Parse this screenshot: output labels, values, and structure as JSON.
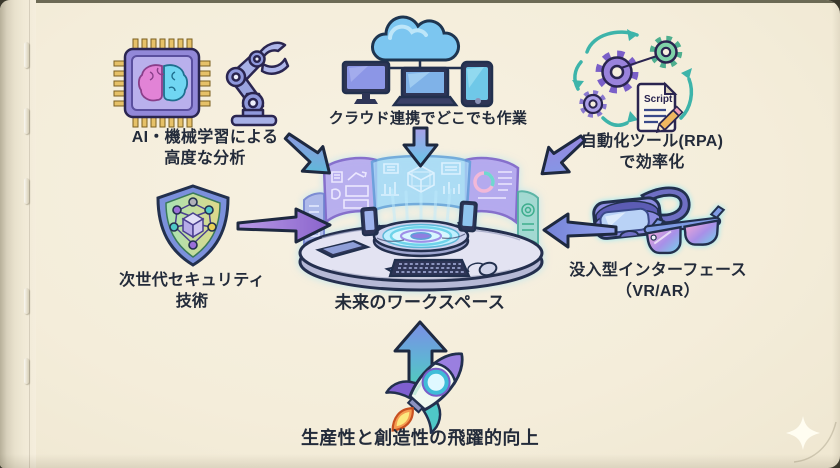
{
  "page": {
    "style": "hand-drawn illustration on a cream notebook page",
    "background_color": "#f5eedd",
    "ink_color": "#232b3a",
    "sparkle_icon": "four-point-star"
  },
  "diagram": {
    "center": {
      "label": "未来のワークスペース",
      "icon": "futuristic-round-workspace"
    },
    "nodes": [
      {
        "id": "ai-analysis",
        "position": "top-left",
        "icons": [
          "ai-chip-brain",
          "robot-arm"
        ],
        "lines": [
          "AI・機械学習による",
          "高度な分析"
        ]
      },
      {
        "id": "cloud-collaboration",
        "position": "top-center",
        "icons": [
          "cloud-with-devices"
        ],
        "lines": [
          "クラウド連携でどこでも作業"
        ]
      },
      {
        "id": "rpa-automation",
        "position": "top-right",
        "icons": [
          "gears-cycle",
          "script-document",
          "pencil"
        ],
        "script_text": "Script",
        "lines": [
          "自動化ツール(RPA)",
          "で効率化"
        ]
      },
      {
        "id": "next-gen-security",
        "position": "middle-left",
        "icons": [
          "shield-network"
        ],
        "lines": [
          "次世代セキュリティ",
          "技術"
        ]
      },
      {
        "id": "immersive-interface",
        "position": "middle-right",
        "icons": [
          "vr-headset",
          "ar-glasses"
        ],
        "lines": [
          "没入型インターフェース",
          "（VR/AR）"
        ]
      },
      {
        "id": "productivity-leap",
        "position": "bottom",
        "icons": [
          "up-arrow",
          "rocket"
        ],
        "lines": [
          "生産性と創造性の飛躍的向上"
        ]
      }
    ],
    "arrow_colors": {
      "purple": "#9070d2",
      "blue": "#7f93e4",
      "teal": "#4fd2b4",
      "outline": "#1e2940"
    }
  }
}
